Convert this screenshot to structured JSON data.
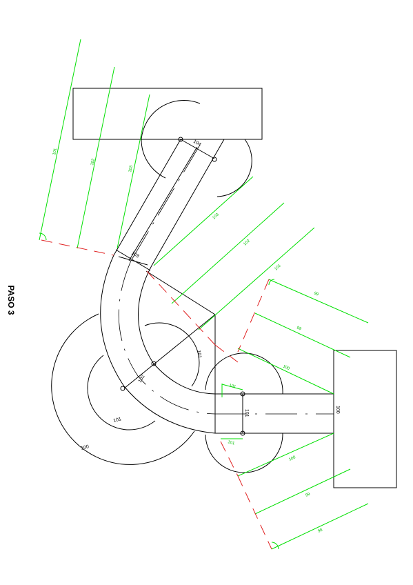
{
  "title": "PASO 3",
  "labels": {
    "top_joint": "104",
    "upper_mid": "103",
    "arc_radius_outer": "100",
    "arc_radius_inner": "101",
    "center_bend": "102",
    "diag": "101",
    "lower_joint": "101"
  },
  "edge_labels": {
    "right_block": "100"
  },
  "green_labels": {
    "g_top_1": "101",
    "g_top_2": "102",
    "g_top_3": "103",
    "g_mid_1": "103",
    "g_mid_2": "102",
    "g_mid_3": "101",
    "g_right_1": "99",
    "g_right_2": "99",
    "g_right_3": "100",
    "g_low_1": "101",
    "g_low_2": "101",
    "g_bot_1": "100",
    "g_bot_2": "99",
    "g_bot_3": "98"
  },
  "colors": {
    "outline": "#000000",
    "dimension": "#00e000",
    "construction": "#e02020"
  }
}
